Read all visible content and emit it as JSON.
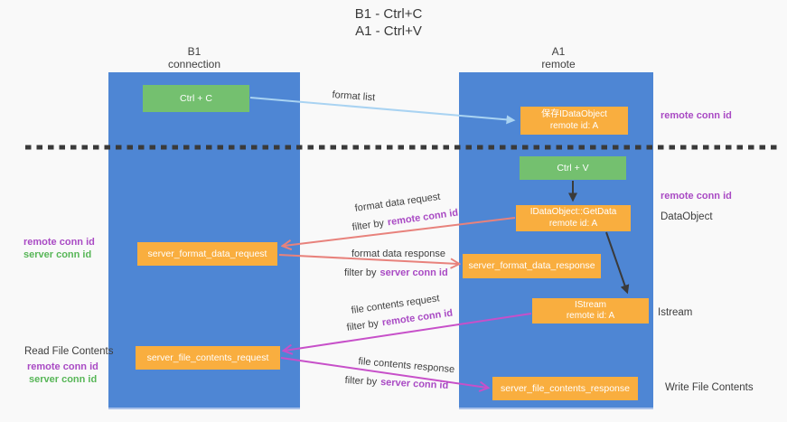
{
  "title": {
    "line1": "B1 - Ctrl+C",
    "line2": "A1 - Ctrl+V"
  },
  "lanes": {
    "left": {
      "name": "B1",
      "subtitle": "connection"
    },
    "right": {
      "name": "A1",
      "subtitle": "remote"
    }
  },
  "nodes": {
    "ctrl_c": {
      "label": "Ctrl + C"
    },
    "save_idataobject": {
      "line1": "保存IDataObject",
      "line2": "remote id: A"
    },
    "ctrl_v": {
      "label": "Ctrl + V"
    },
    "getdata": {
      "line1": "IDataObject::GetData",
      "line2": "remote id: A"
    },
    "format_request": {
      "label": "server_format_data_request"
    },
    "format_response": {
      "label": "server_format_data_response"
    },
    "istream": {
      "line1": "IStream",
      "line2": "remote id: A"
    },
    "file_request": {
      "label": "server_file_contents_request"
    },
    "file_response": {
      "label": "server_file_contents_response"
    }
  },
  "flows": {
    "format_list": {
      "label": "format list"
    },
    "format_request": {
      "label": "format data request",
      "filter_prefix": "filter by",
      "filter_key": "remote conn id"
    },
    "format_response": {
      "label": "format data response",
      "filter_prefix": "filter by",
      "filter_key": "server conn id"
    },
    "file_request": {
      "label": "file contents request",
      "filter_prefix": "filter by",
      "filter_key": "remote conn id"
    },
    "file_response": {
      "label": "file contents response",
      "filter_prefix": "filter by",
      "filter_key": "server conn id"
    }
  },
  "annotations": {
    "remote_conn_id_top": "remote conn id",
    "remote_conn_id_mid": "remote conn id",
    "dataobject": "DataObject",
    "istream": "Istream",
    "write_file_contents": "Write File Contents",
    "read_file_contents": "Read File Contents",
    "left_remote_conn_id_1": "remote conn id",
    "left_server_conn_id_1": "server conn id",
    "left_remote_conn_id_2": "remote conn id",
    "left_server_conn_id_2": "server conn id"
  },
  "colors": {
    "lane_blue": "#4e86d4",
    "node_green": "#74c06f",
    "node_orange": "#f9ae3f",
    "remote_conn_purple": "#a94ac4",
    "server_conn_green": "#57b657",
    "arrow_salmon": "#e8827c",
    "arrow_magenta": "#c750c9",
    "arrow_lightblue": "#a9d3f2",
    "arrow_black": "#3a3a3a",
    "separator_dashed": "#3a3a3a"
  }
}
